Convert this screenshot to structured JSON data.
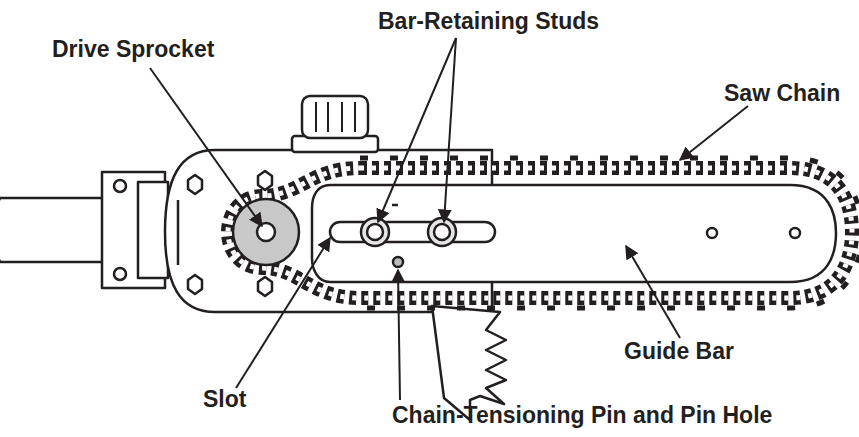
{
  "diagram": {
    "labels": [
      "Drive Sprocket",
      "Bar-Retaining Studs",
      "Saw Chain",
      "Guide Bar",
      "Slot",
      "Chain-Tensioning Pin and Pin Hole"
    ]
  }
}
